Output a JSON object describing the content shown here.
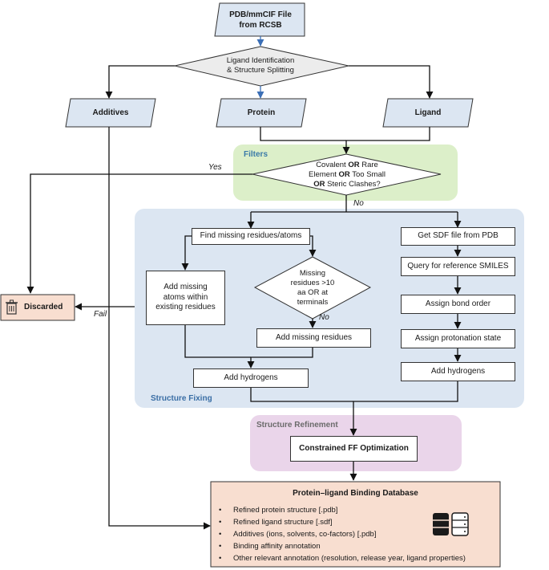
{
  "nodes": {
    "pdb_file": "PDB/mmCIF File\nfrom RCSB",
    "ligand_identification": "Ligand Identification\n& Structure Splitting",
    "additives": "Additives",
    "protein": "Protein",
    "ligand": "Ligand",
    "filters_question": [
      "Covalent ",
      "OR",
      " Rare\nElement ",
      "OR",
      " Too Small\n",
      "OR",
      " Steric Clashes?"
    ],
    "find_missing": "Find missing residues/atoms",
    "add_missing_atoms": "Add missing\natoms within\nexisting residues",
    "missing_residues_question": "Missing\nresidues >10\naa OR at\nterminals",
    "add_missing_residues": "Add missing residues",
    "add_hydrogens_protein": "Add hydrogens",
    "get_sdf": "Get SDF file from PDB",
    "query_smiles": "Query for reference SMILES",
    "assign_bond_order": "Assign bond order",
    "assign_protonation": "Assign protonation state",
    "add_hydrogens_ligand": "Add hydrogens",
    "discarded": "Discarded",
    "ff_optimization": "Constrained FF Optimization"
  },
  "regions": {
    "filters": "Filters",
    "structure_fixing": "Structure Fixing",
    "structure_refinement": "Structure Refinement"
  },
  "edge_labels": {
    "yes": "Yes",
    "no_filters": "No",
    "no_missing": "No",
    "fail": "Fail"
  },
  "database": {
    "title": "Protein–ligand Binding Database",
    "bullet": "•",
    "items": [
      "Refined protein structure [.pdb]",
      "Refined ligand structure [.sdf]",
      "Additives (ions, solvents, co-factors) [.pdb]",
      "Binding affinity annotation",
      "Other relevant annotation (resolution, release year, ligand properties)"
    ],
    "icon": "database-icon"
  },
  "icons": {
    "discarded": "trash-icon"
  },
  "colors": {
    "filters_bg": "#dcefc9",
    "fixing_bg": "#dce6f2",
    "refinement_bg": "#ead5ea",
    "database_bg": "#f8ded0",
    "discarded_bg": "#f8ded0",
    "fixing_label": "#3a6ea5",
    "filters_label": "#3a7aa8",
    "refinement_label": "#6b6b6b",
    "arrow_accent": "#3b6fb6"
  }
}
